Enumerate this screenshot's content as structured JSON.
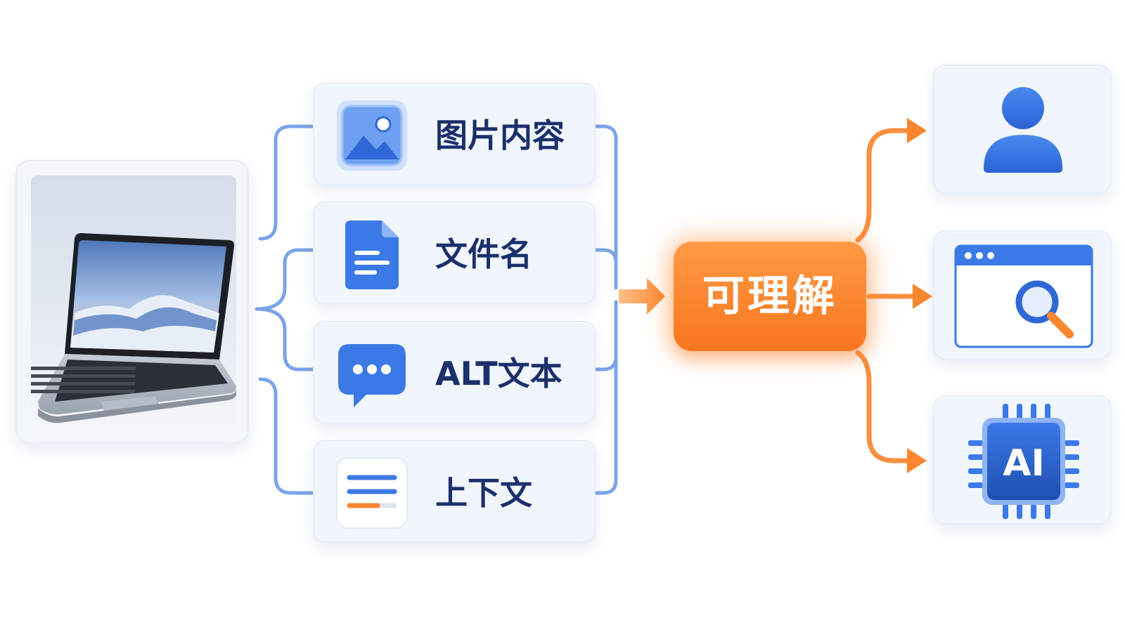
{
  "factors": [
    {
      "key": "image",
      "label": "图片内容",
      "icon": "image-icon"
    },
    {
      "key": "file",
      "label": "文件名",
      "icon": "document-icon"
    },
    {
      "key": "alt",
      "label": "ALT文本",
      "icon": "chat-bubble-icon"
    },
    {
      "key": "context",
      "label": "上下文",
      "icon": "text-lines-icon"
    }
  ],
  "center_label": "可理解",
  "results": [
    {
      "key": "user",
      "icon": "user-icon"
    },
    {
      "key": "search",
      "icon": "browser-search-icon"
    },
    {
      "key": "ai",
      "icon": "ai-chip-icon",
      "badge": "AI"
    }
  ],
  "colors": {
    "connector_blue": "#7ba4e8",
    "icon_blue": "#3b79e6",
    "accent_orange": "#fb8630",
    "label_navy": "#1b2f6b"
  }
}
